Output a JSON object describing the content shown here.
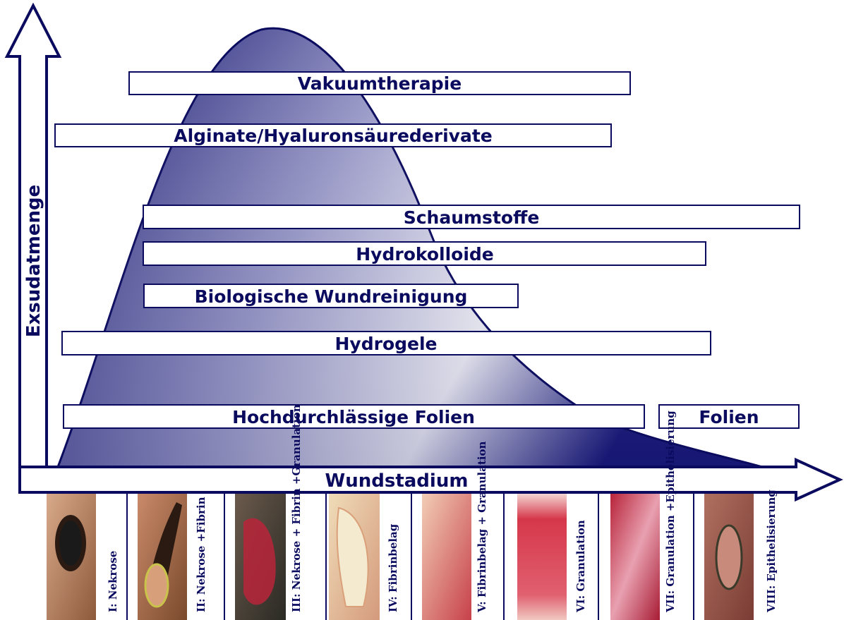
{
  "y_axis_label": "Exsudatmenge",
  "x_axis_label": "Wundstadium",
  "colors": {
    "primary": "#0a0a5e",
    "curve_dark": "#1a1a7a",
    "curve_light": "#ffffff",
    "bar_fill": "#ffffff"
  },
  "therapies": [
    {
      "label": "Vakuumtherapie"
    },
    {
      "label": "Alginate/Hyaluronsäurederivate"
    },
    {
      "label": "Schaumstoffe"
    },
    {
      "label": "Hydrokolloide"
    },
    {
      "label": "Biologische Wundreinigung"
    },
    {
      "label": "Hydrogele"
    },
    {
      "label": "Hochdurchlässige Folien"
    },
    {
      "label": "Folien"
    }
  ],
  "stages": [
    {
      "label": "I: Nekrose"
    },
    {
      "label": "II: Nekrose +Fibrin"
    },
    {
      "label": "III: Nekrose + Fibrin +Granulation"
    },
    {
      "label": "IV: Fibrinbelag"
    },
    {
      "label": "V: Fibrinbelag + Granulation"
    },
    {
      "label": "VI: Granulation"
    },
    {
      "label": "VII: Granulation +Epithelisierung"
    },
    {
      "label": "VIII: Epithelisierung"
    }
  ]
}
